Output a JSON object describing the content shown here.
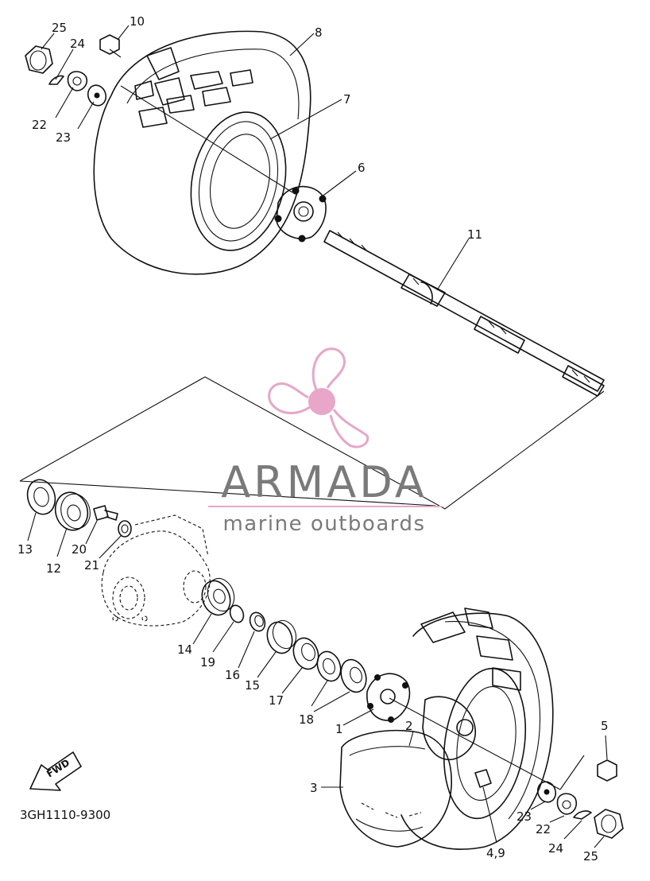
{
  "diagram": {
    "part_code": "3GH1110-9300",
    "fwd_label": "FWD",
    "labels": {
      "l1": "1",
      "l2": "2",
      "l3": "3",
      "l4_9": "4,9",
      "l5": "5",
      "l6": "6",
      "l7": "7",
      "l8": "8",
      "l10": "10",
      "l11": "11",
      "l12": "12",
      "l13": "13",
      "l14": "14",
      "l15": "15",
      "l16": "16",
      "l17": "17",
      "l18": "18",
      "l19": "19",
      "l20": "20",
      "l21": "21",
      "l22a": "22",
      "l23a": "23",
      "l24a": "24",
      "l25a": "25",
      "l22b": "22",
      "l23b": "23",
      "l24b": "24",
      "l25b": "25"
    }
  },
  "watermark": {
    "brand": "ARMADA",
    "tagline": "marine outboards",
    "colors": {
      "logo_pink": "#e8a6c8",
      "text_gray": "#7a7a7a"
    }
  }
}
